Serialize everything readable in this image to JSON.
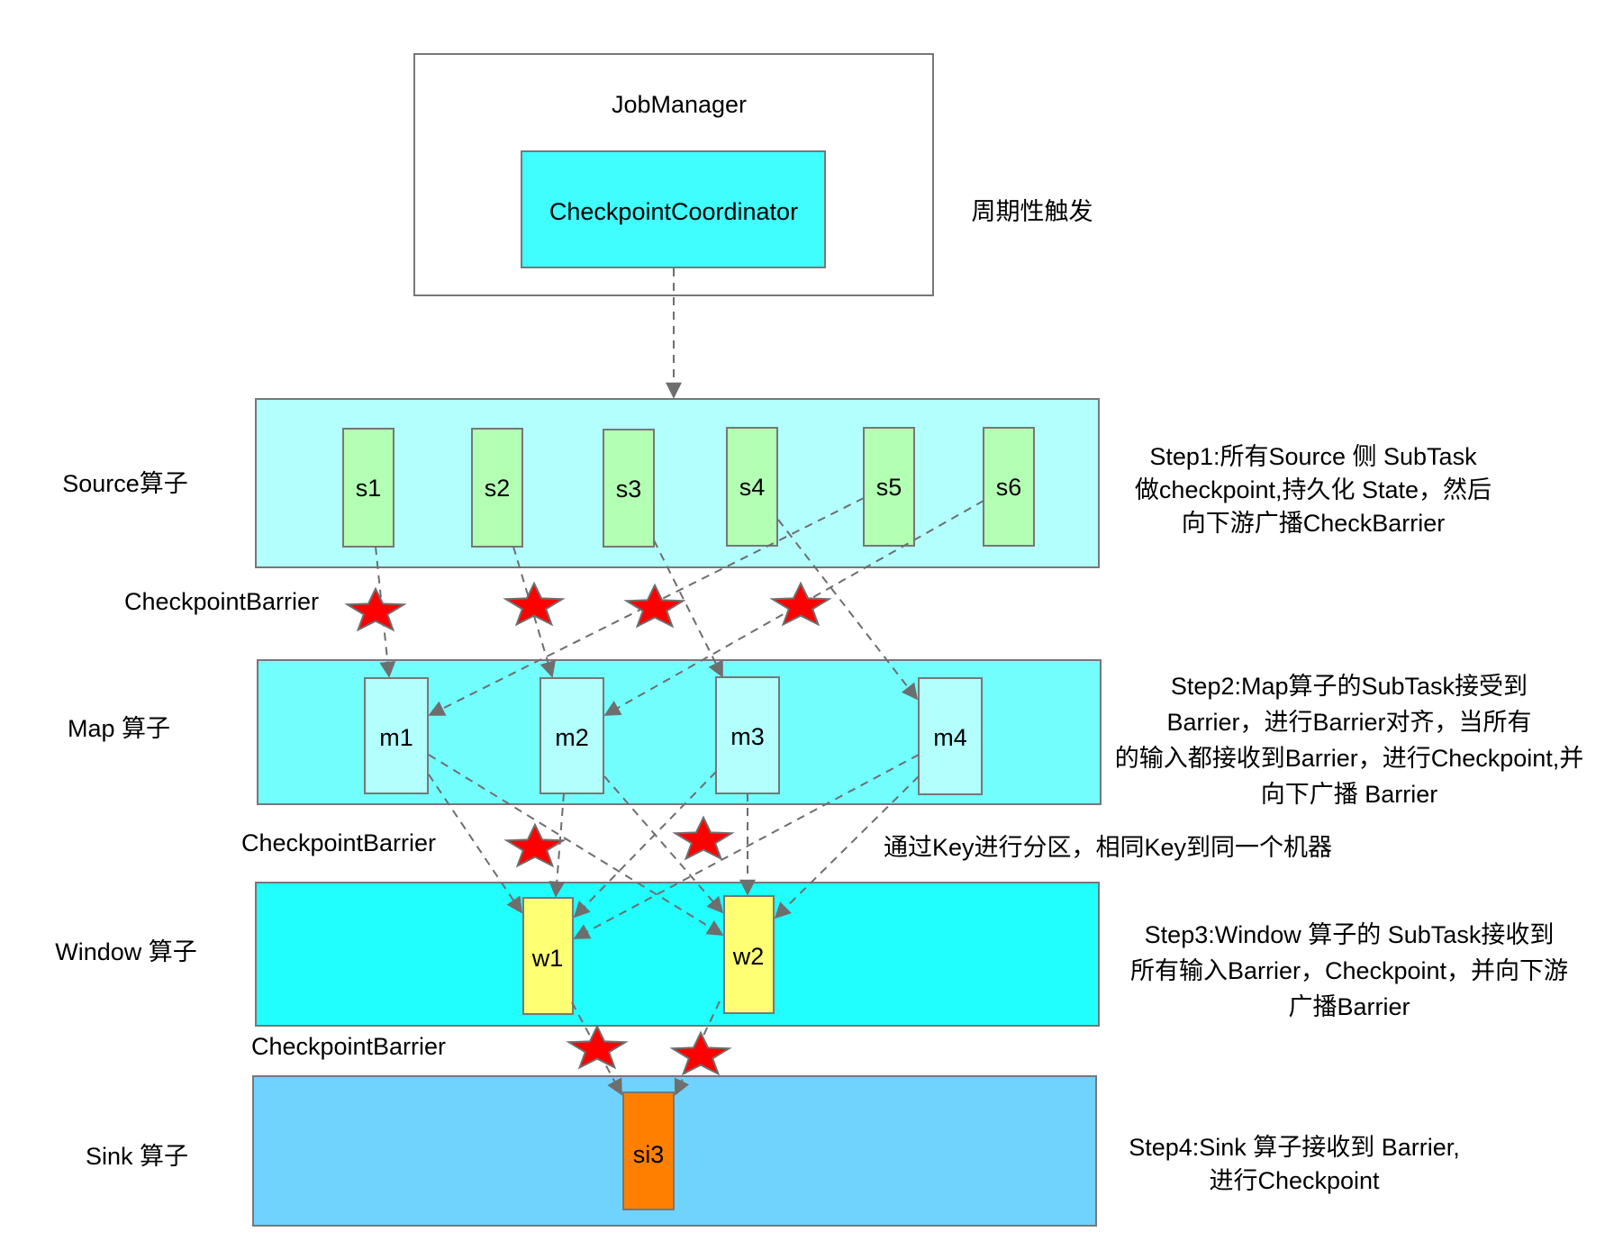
{
  "colors": {
    "jobmanager_fill": "#ffffff",
    "coordinator_fill": "#40fefe",
    "source_layer_fill": "#b3fffe",
    "source_task_fill": "#b3ffb3",
    "map_layer_fill": "#73fefe",
    "map_task_fill": "#b3fffe",
    "window_layer_fill": "#20fffe",
    "window_task_fill": "#ffff73",
    "sink_layer_fill": "#70d3fd",
    "sink_task_fill": "#ff8000",
    "barrier_star": "#ff0000",
    "edge": "#6e6e6e",
    "border": "#777777"
  },
  "jobmanager": {
    "title": "JobManager",
    "coordinator": "CheckpointCoordinator",
    "trigger_note": "周期性触发"
  },
  "layers": {
    "source": {
      "label": "Source算子",
      "tasks": [
        "s1",
        "s2",
        "s3",
        "s4",
        "s5",
        "s6"
      ]
    },
    "map": {
      "label": "Map 算子",
      "tasks": [
        "m1",
        "m2",
        "m3",
        "m4"
      ]
    },
    "window": {
      "label": "Window 算子",
      "tasks": [
        "w1",
        "w2"
      ]
    },
    "sink": {
      "label": "Sink 算子",
      "tasks": [
        "si3"
      ]
    }
  },
  "barrier_labels": [
    "CheckpointBarrier",
    "CheckpointBarrier",
    "CheckpointBarrier"
  ],
  "partition_note": "通过Key进行分区，相同Key到同一个机器",
  "steps": {
    "step1": [
      "Step1:所有Source 侧 SubTask",
      "做checkpoint,持久化 State，然后",
      "向下游广播CheckBarrier"
    ],
    "step2": [
      "Step2:Map算子的SubTask接受到",
      "Barrier，进行Barrier对齐，当所有",
      "的输入都接收到Barrier，进行Checkpoint,并",
      "向下广播 Barrier"
    ],
    "step3": [
      "Step3:Window 算子的 SubTask接收到",
      "所有输入Barrier，Checkpoint，并向下游",
      "广播Barrier"
    ],
    "step4": [
      "Step4:Sink 算子接收到 Barrier,",
      "进行Checkpoint"
    ]
  },
  "edges": [
    {
      "from": "CheckpointCoordinator",
      "to": "Source算子"
    },
    {
      "from": "s1",
      "to": "m1"
    },
    {
      "from": "s2",
      "to": "m2"
    },
    {
      "from": "s3",
      "to": "m3"
    },
    {
      "from": "s4",
      "to": "m4"
    },
    {
      "from": "s5",
      "to": "m1"
    },
    {
      "from": "s6",
      "to": "m2"
    },
    {
      "from": "m1",
      "to": "w1"
    },
    {
      "from": "m1",
      "to": "w2"
    },
    {
      "from": "m2",
      "to": "w1"
    },
    {
      "from": "m2",
      "to": "w2"
    },
    {
      "from": "m3",
      "to": "w1"
    },
    {
      "from": "m3",
      "to": "w2"
    },
    {
      "from": "m4",
      "to": "w1"
    },
    {
      "from": "m4",
      "to": "w2"
    },
    {
      "from": "w1",
      "to": "si3"
    },
    {
      "from": "w2",
      "to": "si3"
    }
  ],
  "barrier_markers": {
    "source_to_map": 4,
    "map_to_window": 2,
    "window_to_sink": 2
  }
}
